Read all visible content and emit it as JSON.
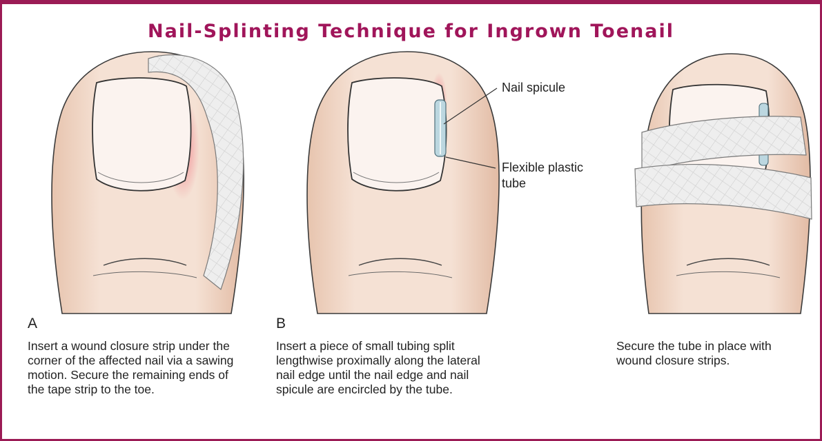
{
  "title": "Nail-Splinting Technique for Ingrown Toenail",
  "panels": [
    {
      "label": "A",
      "caption": "Insert a wound closure strip under the corner of the affected nail via a sawing motion. Secure the remaining ends of the tape strip to the toe."
    },
    {
      "label": "B",
      "caption": "Insert a piece of small tubing split lengthwise proximally along the lateral nail edge until the nail edge and nail spicule are encircled by the tube.",
      "callouts": {
        "spicule": "Nail spicule",
        "tube_line1": "Flexible plastic",
        "tube_line2": "tube"
      }
    },
    {
      "label": "",
      "caption": "Secure the tube in place with wound closure strips."
    }
  ],
  "colors": {
    "accent": "#9b1b55",
    "skin": "#f3dccd",
    "skin_shade": "#e9c8b4",
    "nail": "#fbf3ef",
    "tape": "#e9e9e9",
    "tube": "#bcd7e0",
    "inflamed": "#ef8f95"
  }
}
